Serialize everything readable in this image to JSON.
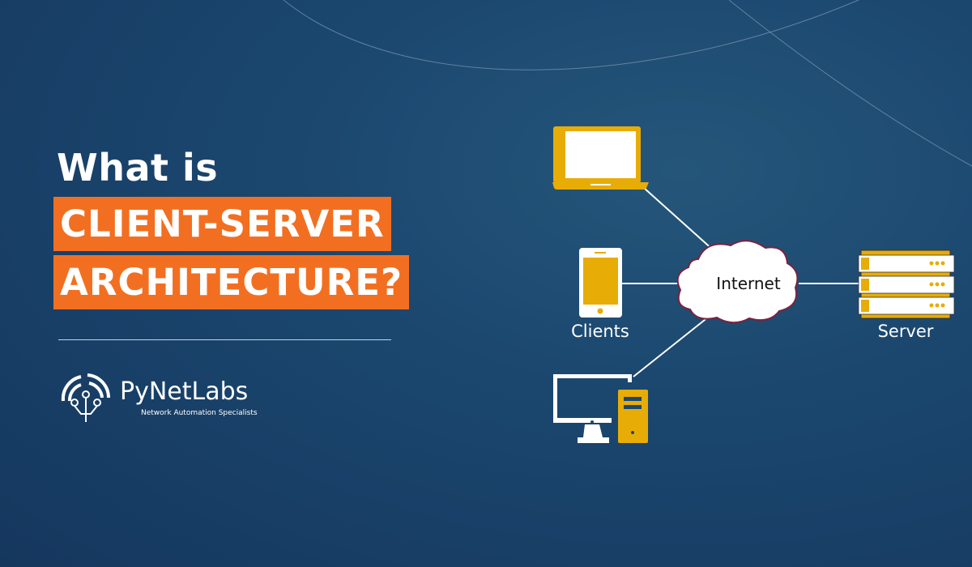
{
  "headline": {
    "line1": "What is",
    "line2": "CLIENT-SERVER",
    "line3": "ARCHITECTURE?"
  },
  "brand": {
    "name": "PyNetLabs",
    "tagline": "Network Automation Specialists"
  },
  "diagram": {
    "hub_label": "Internet",
    "clients_label": "Clients",
    "server_label": "Server",
    "clients": [
      "laptop-icon",
      "smartphone-icon",
      "desktop-computer-icon"
    ],
    "server_icon": "server-rack-icon"
  },
  "colors": {
    "accent_orange": "#f26f21",
    "device_yellow": "#e8ac06",
    "background": "#1b476f"
  }
}
